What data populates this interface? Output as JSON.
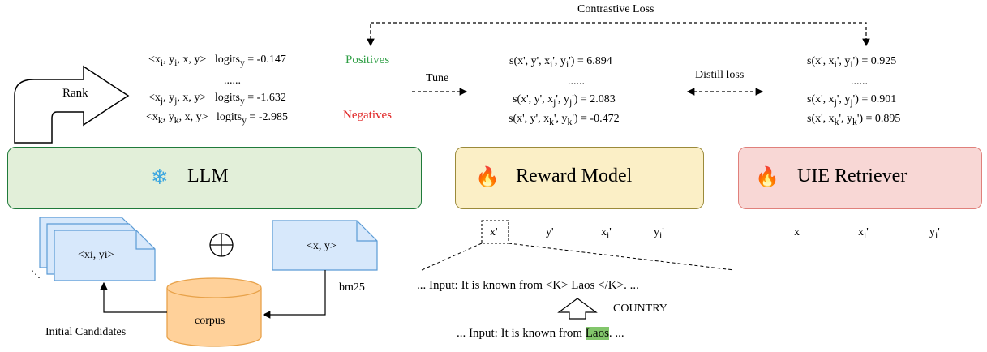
{
  "top": {
    "contrastive_loss": "Contrastive Loss"
  },
  "rank": {
    "label": "Rank"
  },
  "llm_scores": {
    "rows": [
      {
        "pre": "<x",
        "s1": "i",
        "mid1": ", y",
        "s2": "i",
        "post": ", x, y>",
        "logit": "logits",
        "lsub": "y",
        "value": " = -0.147"
      },
      {
        "pre": "<x",
        "s1": "j",
        "mid1": ", y",
        "s2": "j",
        "post": ", x, y>",
        "logit": "logits",
        "lsub": "y",
        "value": " = -1.632"
      },
      {
        "pre": "<x",
        "s1": "k",
        "mid1": ", y",
        "s2": "k",
        "post": ", x, y>",
        "logit": "logits",
        "lsub": "y",
        "value": " = -2.985"
      }
    ],
    "dots": "......"
  },
  "positives": "Positives",
  "negatives": "Negatives",
  "tune": "Tune",
  "distill": "Distill loss",
  "reward_scores": {
    "rows": [
      {
        "a": "s(x', y', x",
        "s1": "i",
        "b": "', y",
        "s2": "i",
        "c": "') = 6.894"
      },
      {
        "a": "s(x', y', x",
        "s1": "j",
        "b": "', y",
        "s2": "j",
        "c": "') = 2.083"
      },
      {
        "a": "s(x', y', x",
        "s1": "k",
        "b": "', y",
        "s2": "k",
        "c": "') = -0.472"
      }
    ],
    "dots": "......"
  },
  "retriever_scores": {
    "rows": [
      {
        "a": "s(x', x",
        "s1": "i",
        "b": "', y",
        "s2": "i",
        "c": "') = 0.925"
      },
      {
        "a": "s(x', x",
        "s1": "j",
        "b": "', y",
        "s2": "j",
        "c": "') = 0.901"
      },
      {
        "a": "s(x', x",
        "s1": "k",
        "b": "', y",
        "s2": "k",
        "c": "') = 0.895"
      }
    ],
    "dots": "......"
  },
  "boxes": {
    "llm": "LLM",
    "reward": "Reward Model",
    "retriever": "UIE Retriever"
  },
  "inputs": {
    "reward": {
      "x": "x'",
      "y": "y'",
      "xi": "x",
      "xi_sub": "i",
      "xi_post": "'",
      "yi": "y",
      "yi_sub": "i",
      "yi_post": "'"
    },
    "retriever": {
      "x": "x",
      "xi": "x",
      "xi_sub": "i",
      "xi_post": "'",
      "yi": "y",
      "yi_sub": "i",
      "yi_post": "'"
    }
  },
  "candidates": {
    "doc": "<xi, yi>",
    "label": "Initial Candidates",
    "dots": "⋱"
  },
  "query": {
    "doc": "<x, y>",
    "bm25": "bm25"
  },
  "corpus": "corpus",
  "example": {
    "line1": "... Input: It is known from <K> Laos </K>. ...",
    "country": "COUNTRY",
    "line2_pre": "... Input: It is known from ",
    "line2_hl": "Laos",
    "line2_post": ". ..."
  },
  "colors": {
    "llm_fill": "#e2efd9",
    "llm_border": "#1f7a3a",
    "reward_fill": "#fbefc6",
    "reward_border": "#9b8a3a",
    "retriever_fill": "#f8d7d5",
    "retriever_border": "#e0807b",
    "doc_fill": "#d7e8fb",
    "doc_border": "#5b9bd5",
    "corpus_fill": "#ffd19a",
    "corpus_border": "#e8a24a",
    "positive": "#2e9e44",
    "negative": "#e02424"
  }
}
